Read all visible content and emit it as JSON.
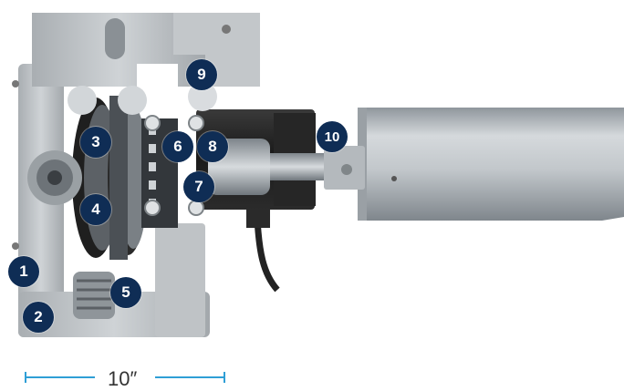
{
  "callouts": [
    "1",
    "2",
    "3",
    "4",
    "5",
    "6",
    "7",
    "8",
    "9",
    "10"
  ],
  "scale": {
    "label": "10″"
  },
  "colors": {
    "badge": "#0f2d55",
    "scale_line": "#2f9fd6",
    "metal": "#b8bcc0",
    "motor": "#1c1c1c"
  }
}
